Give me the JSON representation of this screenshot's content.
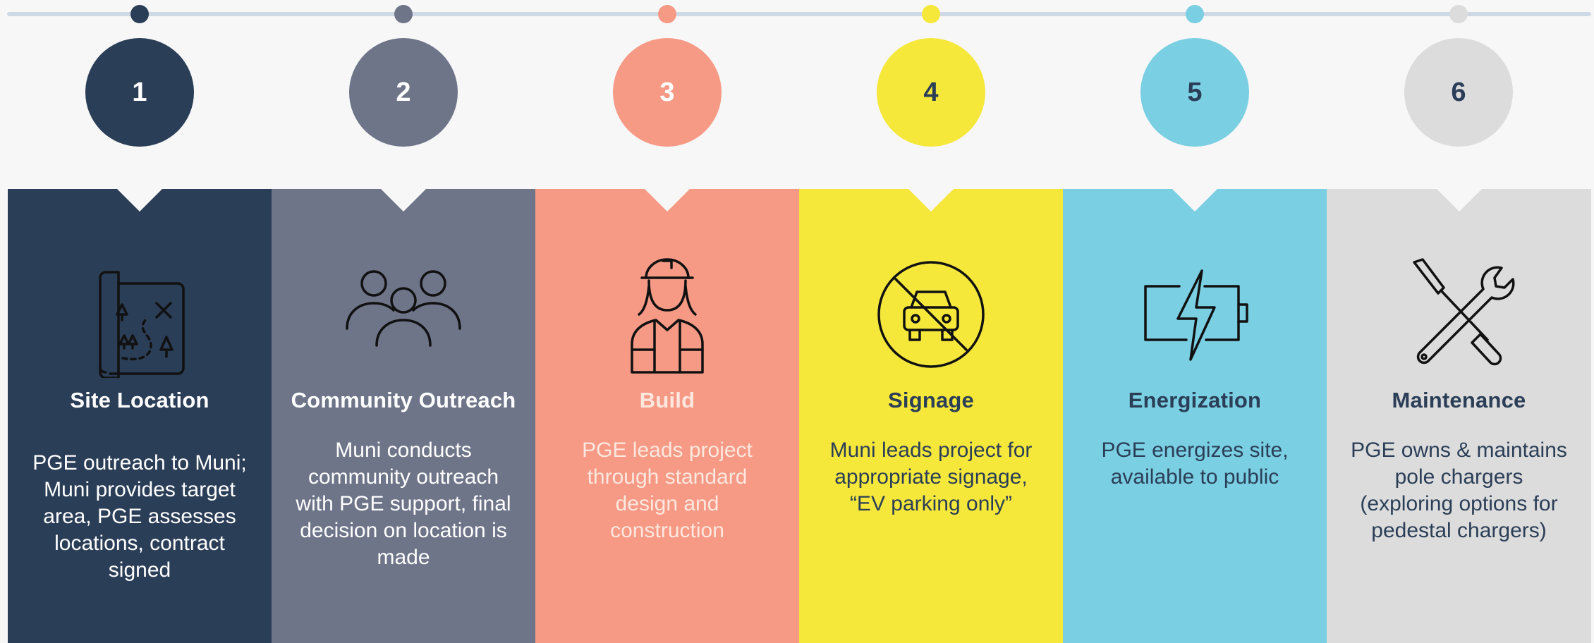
{
  "colors": {
    "step1": "#2b3e57",
    "step2": "#6e7589",
    "step3": "#f69a85",
    "step4": "#f5e83b",
    "step5": "#7acfe2",
    "step6": "#dcdcdc",
    "timeline": "#cfd9e6"
  },
  "steps": [
    {
      "number": "1",
      "title": "Site Location",
      "description": "PGE outreach to Muni; Muni provides target area, PGE assesses locations, contract signed",
      "icon": "treasure-map-icon"
    },
    {
      "number": "2",
      "title": "Community Outreach",
      "description": "Muni conducts community outreach with PGE support, final decision on location is made",
      "icon": "people-group-icon"
    },
    {
      "number": "3",
      "title": "Build",
      "description": "PGE leads project through standard design and construction",
      "icon": "construction-worker-icon"
    },
    {
      "number": "4",
      "title": "Signage",
      "description": "Muni leads project for appropriate signage, “EV parking only”",
      "icon": "no-car-sign-icon"
    },
    {
      "number": "5",
      "title": "Energization",
      "description": "PGE energizes site, available to public",
      "icon": "battery-lightning-icon"
    },
    {
      "number": "6",
      "title": "Maintenance",
      "description": "PGE owns & maintains pole chargers (exploring options for pedestal chargers)",
      "icon": "wrench-screwdriver-icon"
    }
  ]
}
